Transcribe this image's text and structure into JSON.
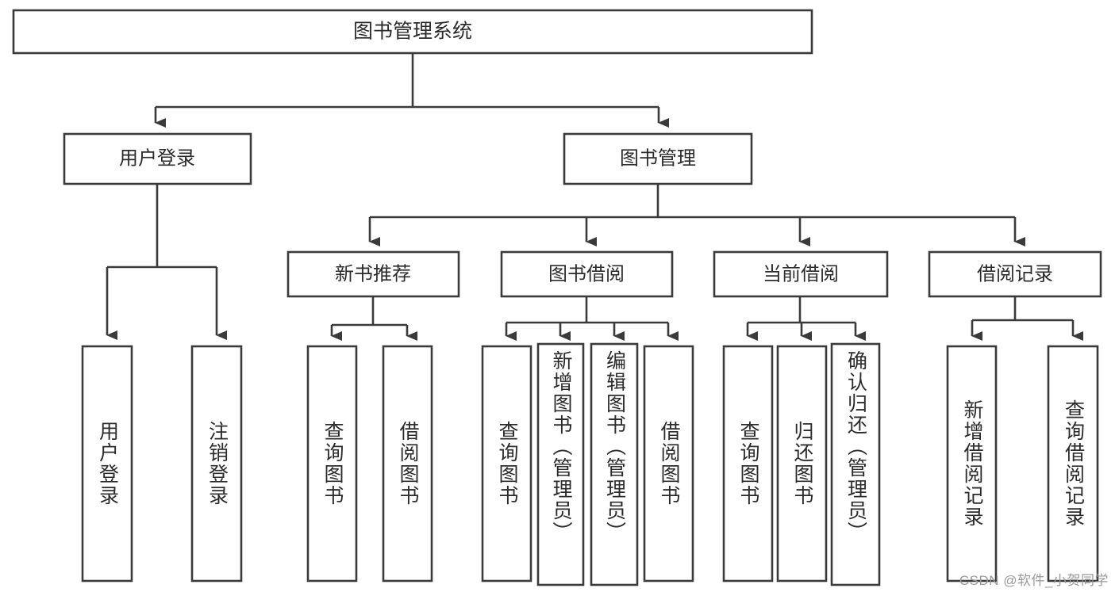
{
  "diagram": {
    "type": "tree-hierarchy",
    "title": "图书管理系统",
    "watermark": "CSDN @软件_小贺同学",
    "colors": {
      "stroke": "#3a3a3a",
      "fill": "#ffffff",
      "text": "#2b2b2b",
      "watermark": "#9a9a9a",
      "background": "#ffffff"
    },
    "root": {
      "id": "root",
      "label": "图书管理系统"
    },
    "level2": [
      {
        "id": "user-login",
        "label": "用户登录"
      },
      {
        "id": "book-management",
        "label": "图书管理"
      }
    ],
    "level3": [
      {
        "id": "new-book-recommend",
        "label": "新书推荐",
        "parent": "book-management"
      },
      {
        "id": "book-borrow",
        "label": "图书借阅",
        "parent": "book-management"
      },
      {
        "id": "current-borrow",
        "label": "当前借阅",
        "parent": "book-management"
      },
      {
        "id": "borrow-record",
        "label": "借阅记录",
        "parent": "book-management"
      }
    ],
    "leaves": {
      "user-login": [
        {
          "id": "leaf-user-login",
          "label": "用户登录"
        },
        {
          "id": "leaf-user-logout",
          "label": "注销登录"
        }
      ],
      "new-book-recommend": [
        {
          "id": "leaf-query-book-1",
          "label": "查询图书"
        },
        {
          "id": "leaf-borrow-book-1",
          "label": "借阅图书"
        }
      ],
      "book-borrow": [
        {
          "id": "leaf-query-book-2",
          "label": "查询图书"
        },
        {
          "id": "leaf-add-book",
          "label": "新增图书（管理员）"
        },
        {
          "id": "leaf-edit-book",
          "label": "编辑图书（管理员）"
        },
        {
          "id": "leaf-borrow-book-2",
          "label": "借阅图书"
        }
      ],
      "current-borrow": [
        {
          "id": "leaf-query-book-3",
          "label": "查询图书"
        },
        {
          "id": "leaf-return-book",
          "label": "归还图书"
        },
        {
          "id": "leaf-confirm-return",
          "label": "确认归还（管理员）"
        }
      ],
      "borrow-record": [
        {
          "id": "leaf-add-record",
          "label": "新增借阅记录"
        },
        {
          "id": "leaf-query-record",
          "label": "查询借阅记录"
        }
      ]
    }
  }
}
